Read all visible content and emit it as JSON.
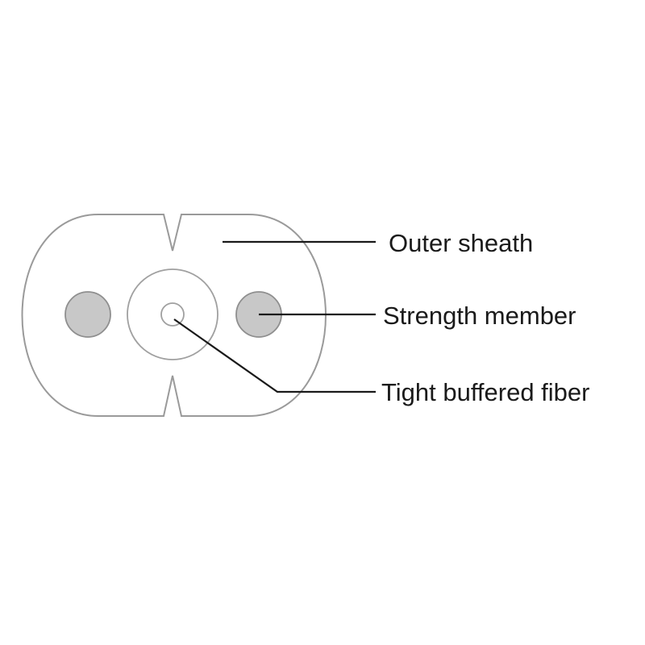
{
  "diagram": {
    "labels": {
      "outer_sheath": "Outer sheath",
      "strength_member": "Strength member",
      "tight_buffered_fiber": "Tight buffered fiber"
    },
    "colors": {
      "outline": "#9a9a9a",
      "strength_member_fill": "#c8c8c8",
      "leader_line": "#1a1a1a",
      "text": "#1a1a1a"
    }
  }
}
